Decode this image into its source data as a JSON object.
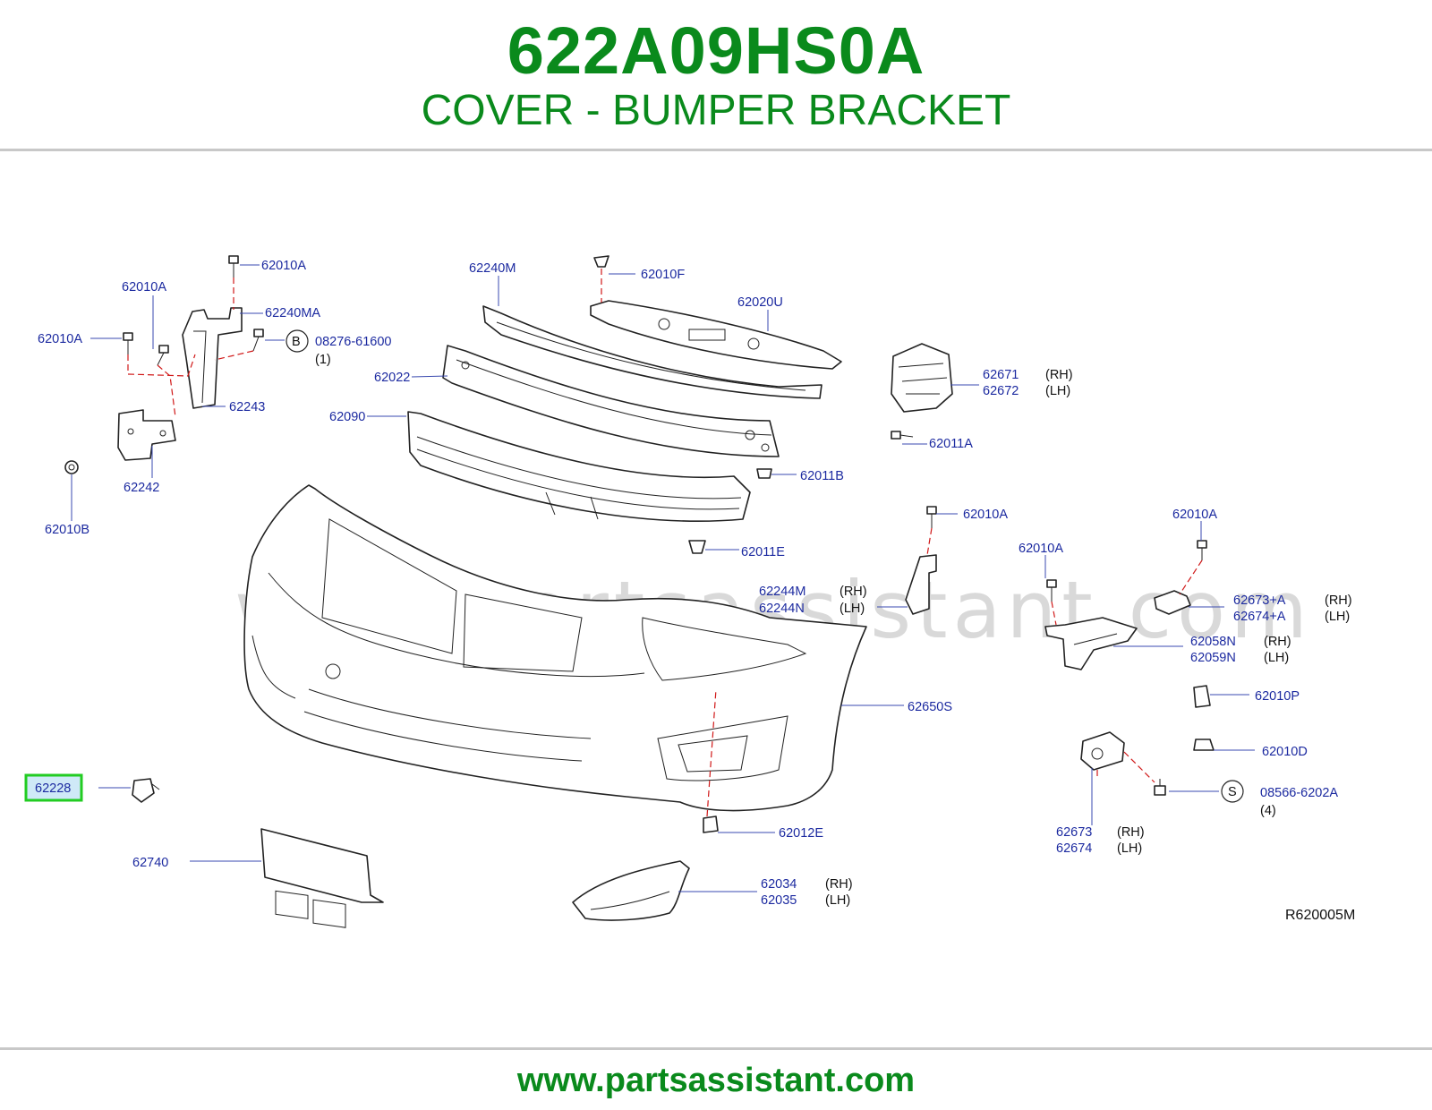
{
  "header": {
    "part_number": "622A09HS0A",
    "part_name": "COVER - BUMPER BRACKET"
  },
  "footer": {
    "website": "www.partsassistant.com"
  },
  "diagram": {
    "watermark": "www.partsassistant.com",
    "reference_code": "R620005M",
    "highlighted_part": "62228",
    "labels": {
      "p62010A_1": "62010A",
      "p62010A_2": "62010A",
      "p62010A_3": "62010A",
      "p62010A_4": "62010A",
      "p62010A_5": "62010A",
      "p62010A_6": "62010A",
      "p62240MA": "62240MA",
      "p62240M": "62240M",
      "p62010F": "62010F",
      "p62020U": "62020U",
      "p08276": "08276-61600",
      "p08276_qty": "(1)",
      "p62022": "62022",
      "p62090": "62090",
      "p62243": "62243",
      "p62242": "62242",
      "p62010B": "62010B",
      "p62671": "62671",
      "p62672": "62672",
      "p62011A": "62011A",
      "p62011B": "62011B",
      "p62011E": "62011E",
      "p62244M": "62244M",
      "p62244N": "62244N",
      "p62673A": "62673+A",
      "p62674A": "62674+A",
      "p62058N": "62058N",
      "p62059N": "62059N",
      "p62650S": "62650S",
      "p62010P": "62010P",
      "p62010D": "62010D",
      "p62228": "62228",
      "p08566": "08566-6202A",
      "p08566_qty": "(4)",
      "p62673": "62673",
      "p62674": "62674",
      "p62012E": "62012E",
      "p62740": "62740",
      "p62034": "62034",
      "p62035": "62035"
    },
    "callouts": {
      "b": "B",
      "s": "S"
    },
    "sides": {
      "rh": "(RH)",
      "lh": "(LH)"
    }
  }
}
